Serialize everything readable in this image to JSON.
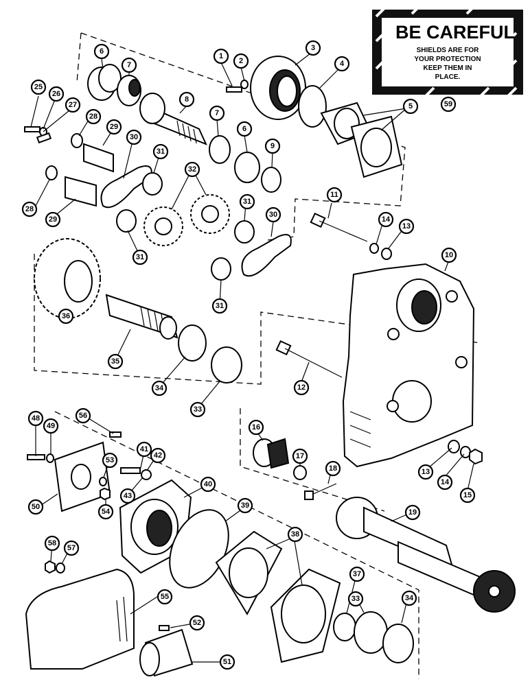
{
  "warning_sign": {
    "title": "BE CAREFUL",
    "lines": [
      "SHIELDS ARE FOR",
      "YOUR PROTECTION",
      "KEEP THEM IN",
      "PLACE."
    ],
    "callout": "59"
  },
  "callouts": [
    "1",
    "2",
    "3",
    "4",
    "5",
    "6",
    "7",
    "8",
    "9",
    "10",
    "11",
    "12",
    "13",
    "14",
    "15",
    "16",
    "17",
    "18",
    "19",
    "25",
    "26",
    "27",
    "28",
    "29",
    "30",
    "31",
    "32",
    "33",
    "34",
    "35",
    "36",
    "37",
    "38",
    "39",
    "40",
    "41",
    "42",
    "43",
    "48",
    "49",
    "50",
    "51",
    "52",
    "53",
    "54",
    "55",
    "56",
    "57",
    "58"
  ]
}
